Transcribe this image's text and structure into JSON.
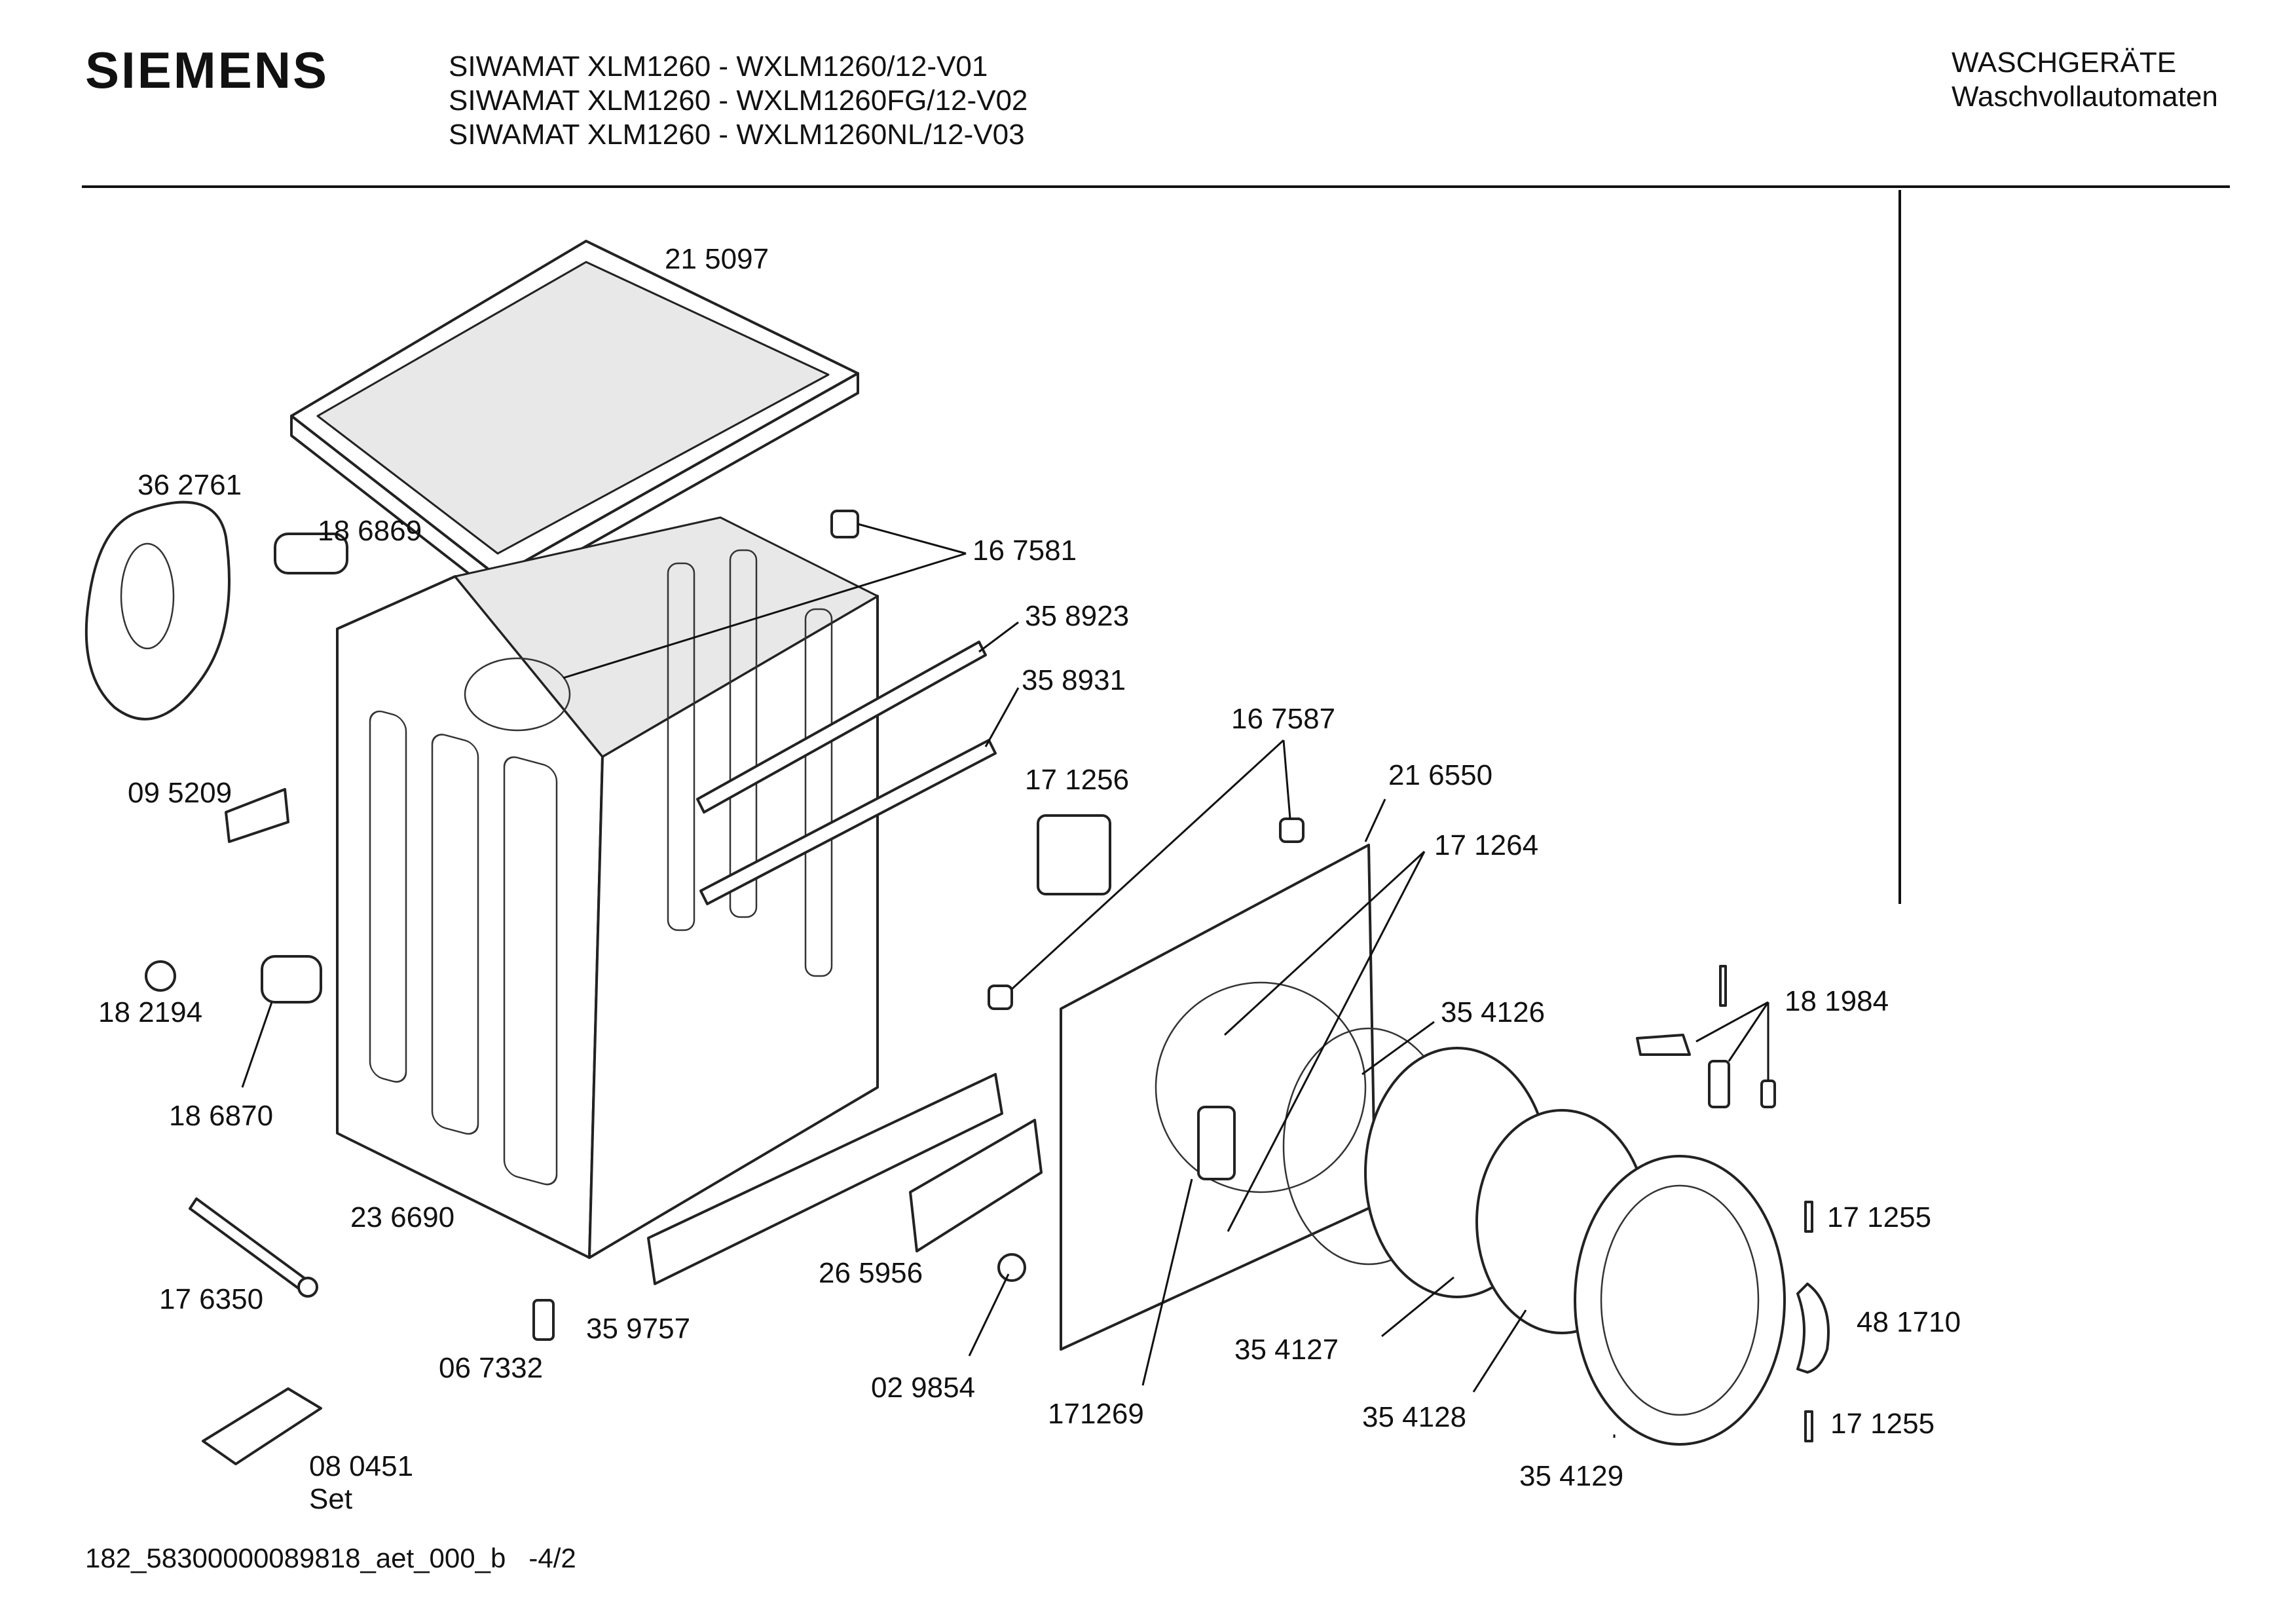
{
  "header": {
    "brand": "SIEMENS",
    "models": [
      "SIWAMAT XLM1260 - WXLM1260/12-V01",
      "SIWAMAT XLM1260 - WXLM1260FG/12-V02",
      "SIWAMAT XLM1260 - WXLM1260NL/12-V03"
    ],
    "category": "WASCHGERÄTE",
    "subcategory": "Waschvollautomaten"
  },
  "footer": {
    "document_code": "182_58300000089818_aet_000_b",
    "page": "-4/2"
  },
  "parts": [
    {
      "id": "p215097",
      "number": "21 5097"
    },
    {
      "id": "p362761",
      "number": "36 2761"
    },
    {
      "id": "p186869",
      "number": "18 6869"
    },
    {
      "id": "p167581",
      "number": "16 7581"
    },
    {
      "id": "p358923",
      "number": "35 8923"
    },
    {
      "id": "p358931",
      "number": "35 8931"
    },
    {
      "id": "p095209",
      "number": "09 5209"
    },
    {
      "id": "p171256",
      "number": "17 1256"
    },
    {
      "id": "p167587",
      "number": "16 7587"
    },
    {
      "id": "p216550",
      "number": "21 6550"
    },
    {
      "id": "p171264",
      "number": "17 1264"
    },
    {
      "id": "p182194",
      "number": "18 2194"
    },
    {
      "id": "p186870",
      "number": "18 6870"
    },
    {
      "id": "p354126",
      "number": "35 4126"
    },
    {
      "id": "p181984",
      "number": "18 1984"
    },
    {
      "id": "p236690",
      "number": "23 6690"
    },
    {
      "id": "p171255a",
      "number": "17 1255"
    },
    {
      "id": "p176350",
      "number": "17 6350"
    },
    {
      "id": "p265956",
      "number": "26 5956"
    },
    {
      "id": "p481710",
      "number": "48 1710"
    },
    {
      "id": "p359757",
      "number": "35 9757"
    },
    {
      "id": "p067332",
      "number": "06 7332"
    },
    {
      "id": "p029854",
      "number": "02 9854"
    },
    {
      "id": "p354127",
      "number": "35 4127"
    },
    {
      "id": "p171269",
      "number": "171269"
    },
    {
      "id": "p354128",
      "number": "35 4128"
    },
    {
      "id": "p171255b",
      "number": "17 1255"
    },
    {
      "id": "p080451",
      "number": "08 0451"
    },
    {
      "id": "p080451set",
      "number": "Set"
    },
    {
      "id": "p354129",
      "number": "35 4129"
    }
  ]
}
